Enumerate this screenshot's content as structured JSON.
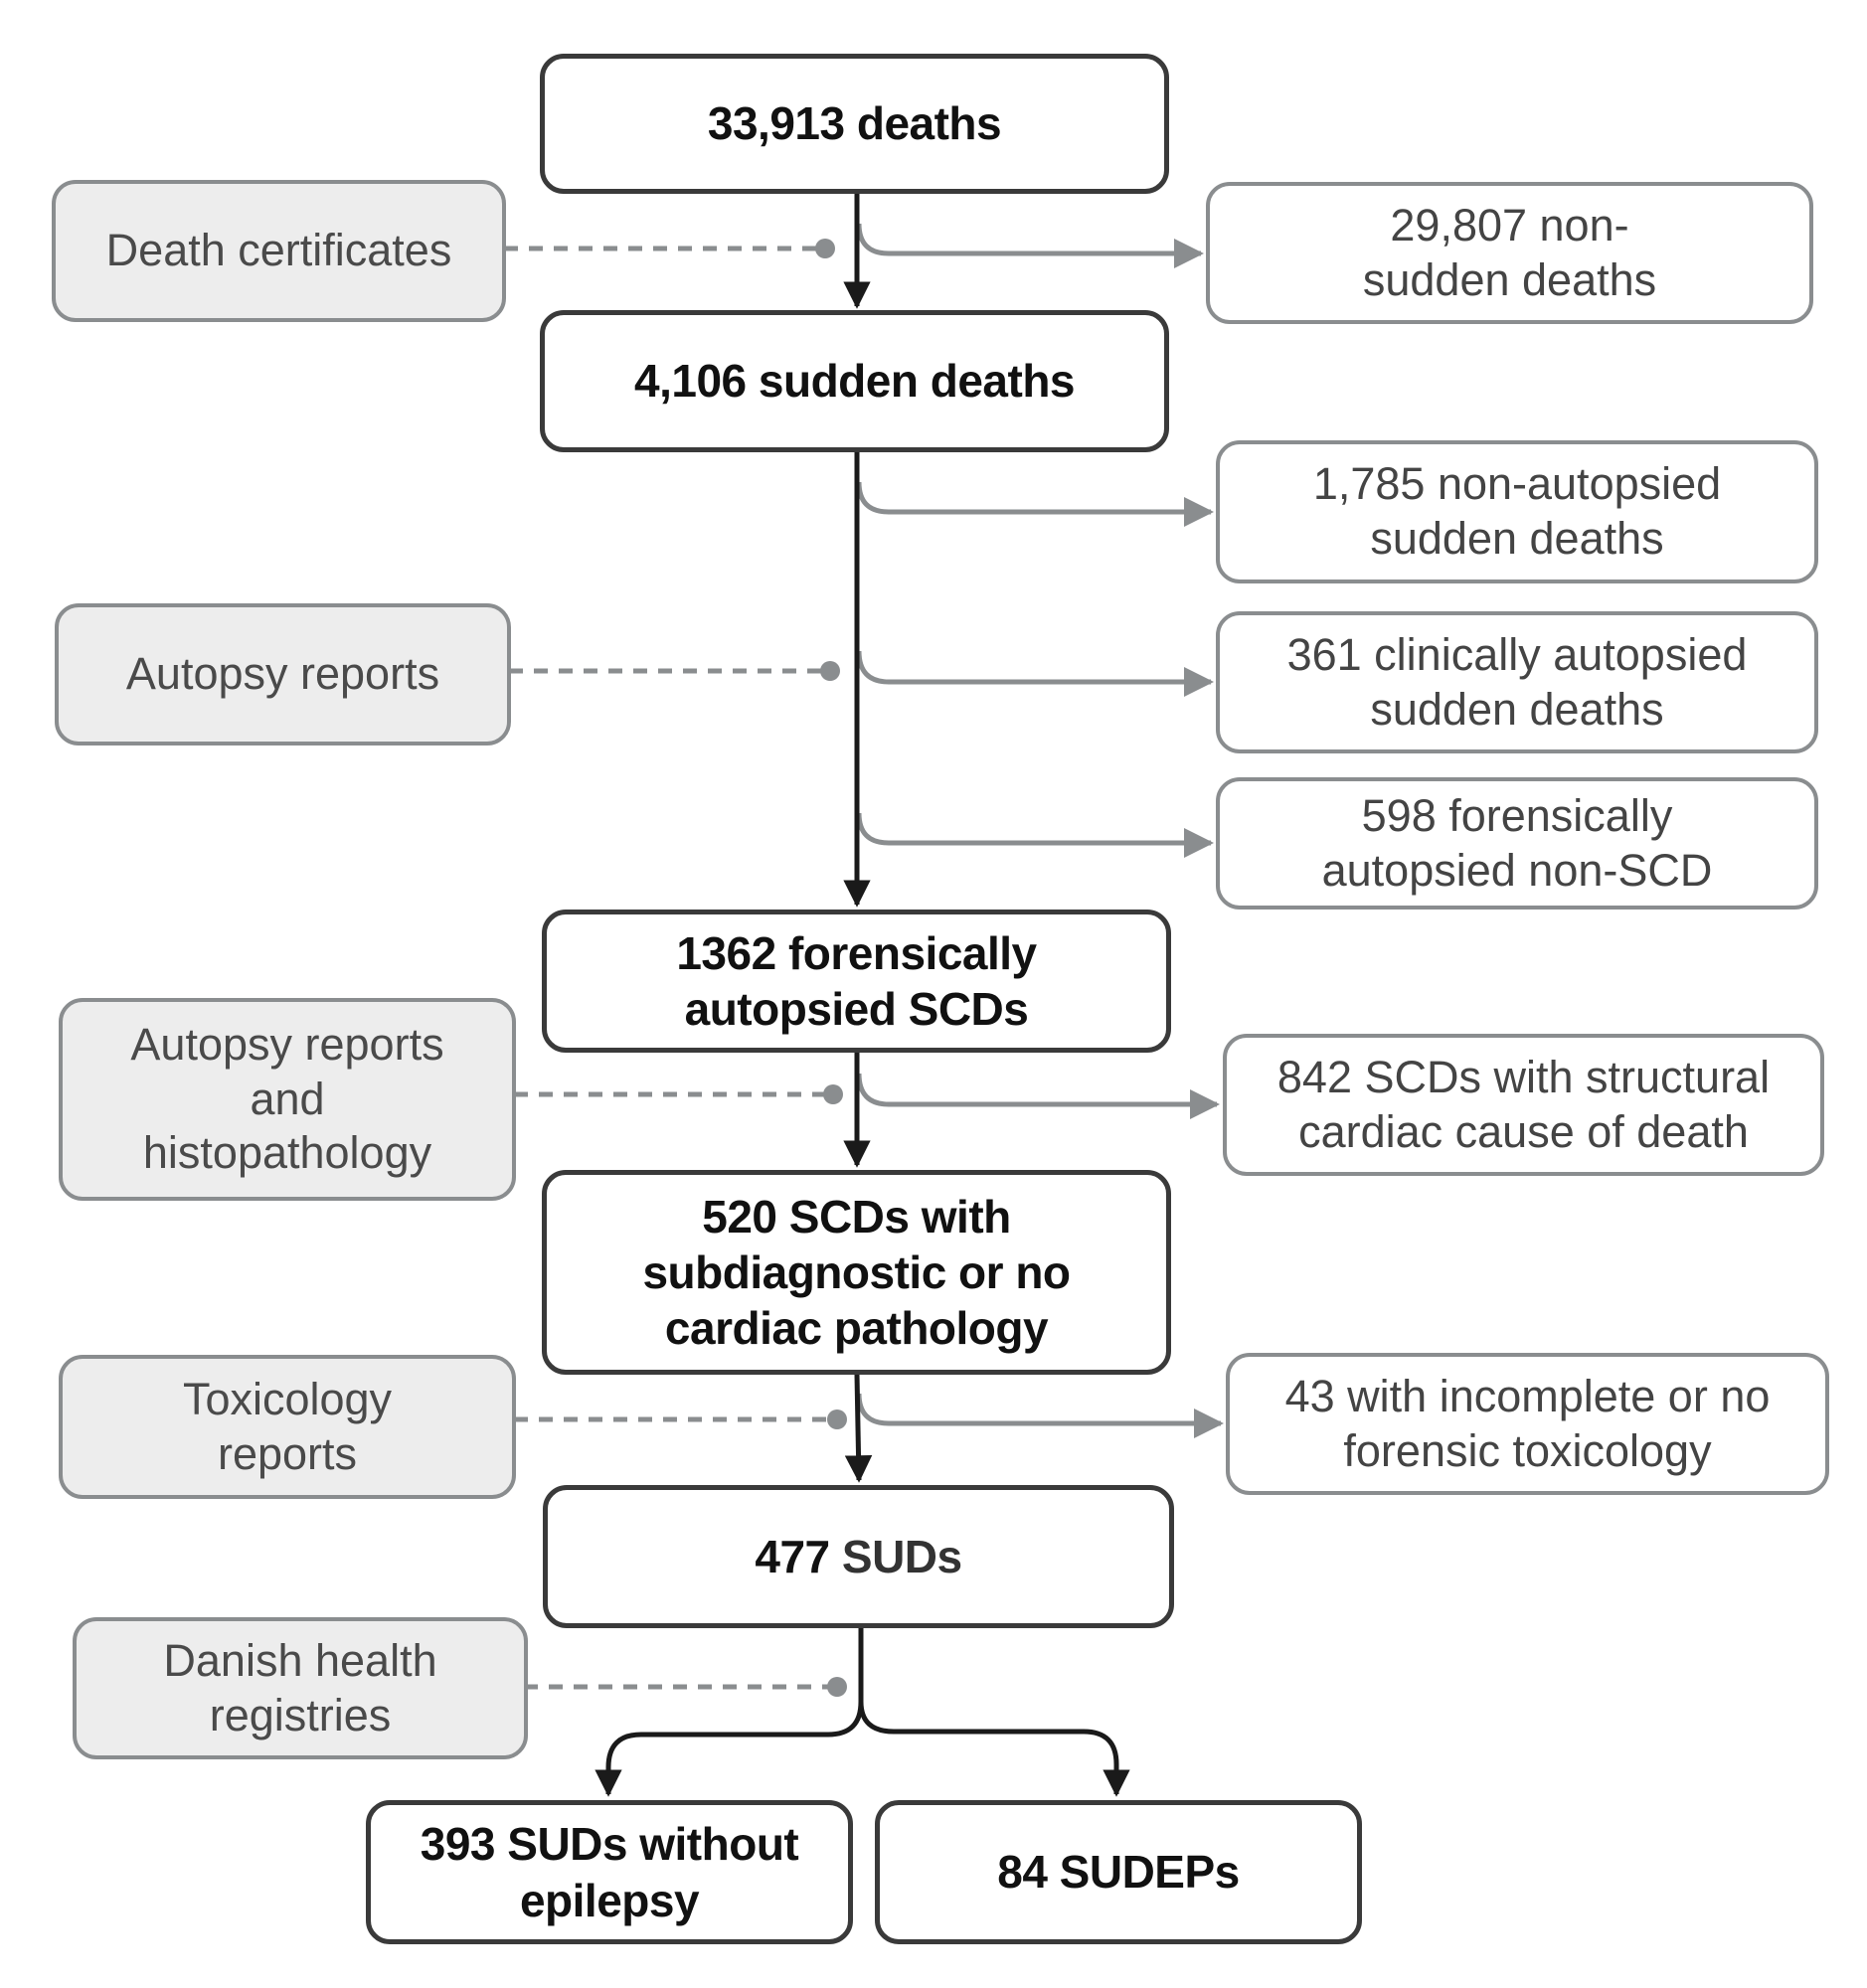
{
  "colors": {
    "main_border": "#3a3a3a",
    "main_arrow": "#1a1a1a",
    "grey_line": "#8a8d8f",
    "source_fill": "#ededed"
  },
  "main_boxes": {
    "total": "33,913 deaths",
    "sudden": "4,106 sudden deaths",
    "scd": "1362 forensically autopsied SCDs",
    "subdiagnostic": "520 SCDs with subdiagnostic or no cardiac pathology",
    "sud_number": "477",
    "sud_label": "SUDs",
    "sud_no_epilepsy": "393 SUDs without epilepsy",
    "sudep": "84 SUDEPs"
  },
  "exclusions": {
    "non_sudden": "29,807 non-sudden deaths",
    "non_autopsied": "1,785 non-autopsied sudden deaths",
    "clinically_autopsied": "361 clinically autopsied sudden deaths",
    "forensic_non_scd": "598 forensically autopsied non-SCD",
    "structural": "842 SCDs with structural cardiac cause of death",
    "incomplete_tox": "43 with incomplete or no forensic toxicology"
  },
  "sources": {
    "death_certificates": "Death certificates",
    "autopsy_reports": "Autopsy reports",
    "autopsy_histopathology": "Autopsy reports and histopathology",
    "toxicology": "Toxicology reports",
    "registries": "Danish health registries"
  }
}
